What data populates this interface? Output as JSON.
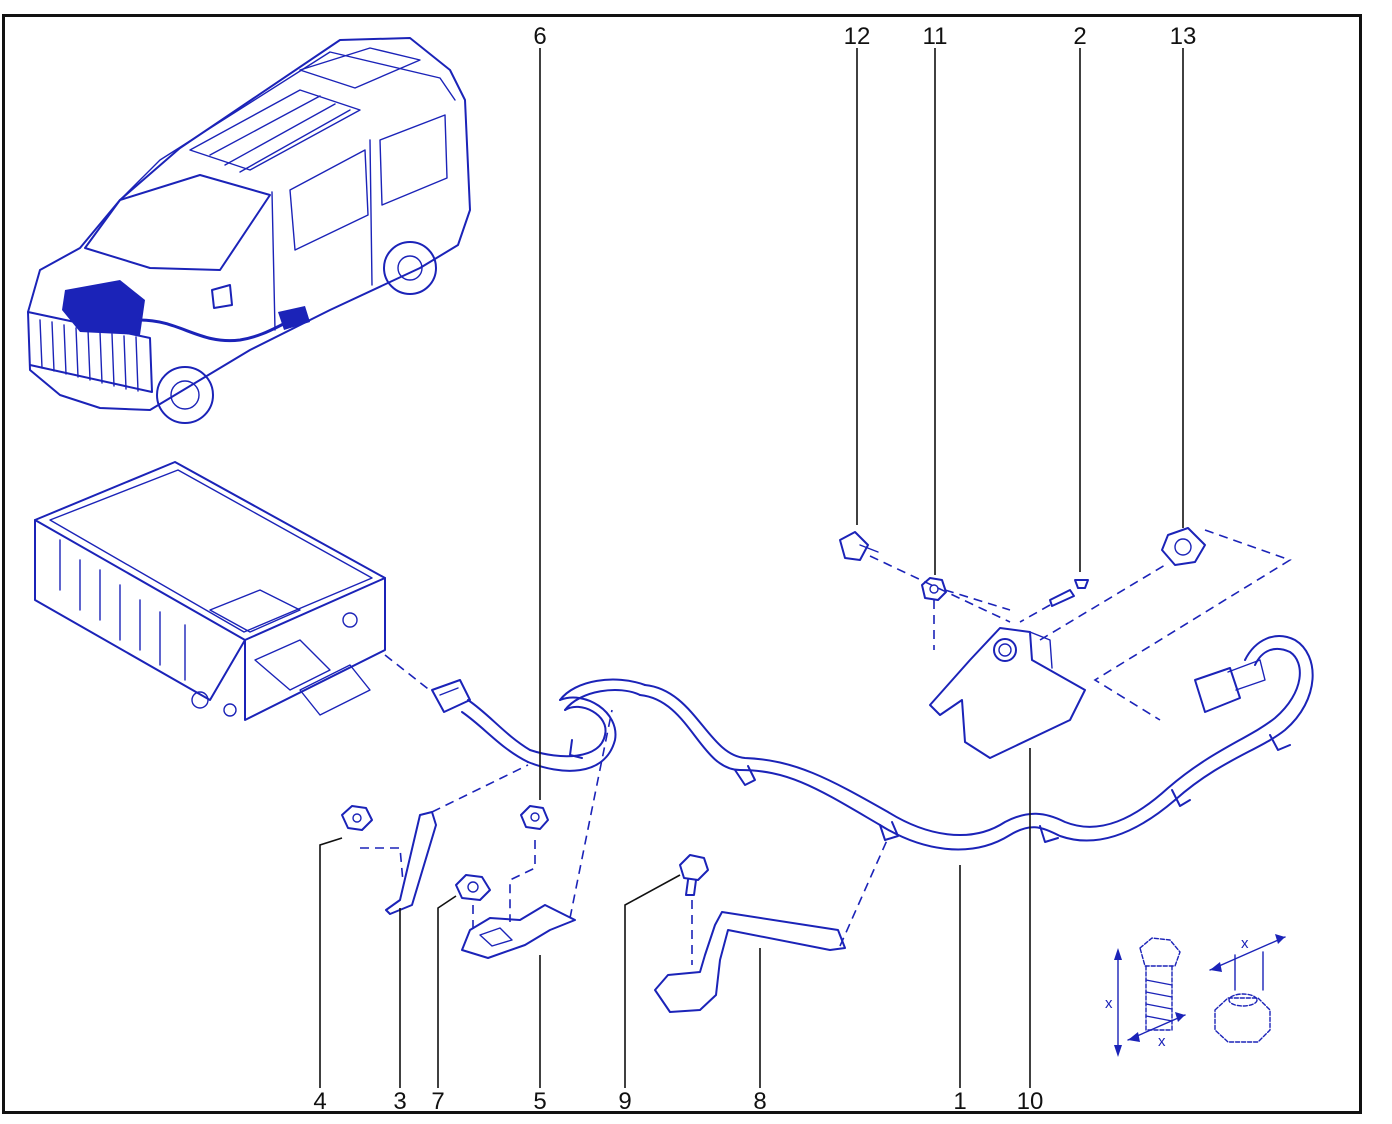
{
  "callouts": {
    "c1": "1",
    "c2": "2",
    "c3": "3",
    "c4": "4",
    "c5": "5",
    "c6": "6",
    "c7": "7",
    "c8": "8",
    "c9": "9",
    "c10": "10",
    "c11": "11",
    "c12": "12",
    "c13": "13"
  },
  "dimension_marks": {
    "bolt_x_vertical": "x",
    "bolt_x_bottom": "x",
    "nut_x_top": "x"
  },
  "colors": {
    "line": "#1b23b8",
    "text": "#111111",
    "frame": "#111111"
  }
}
